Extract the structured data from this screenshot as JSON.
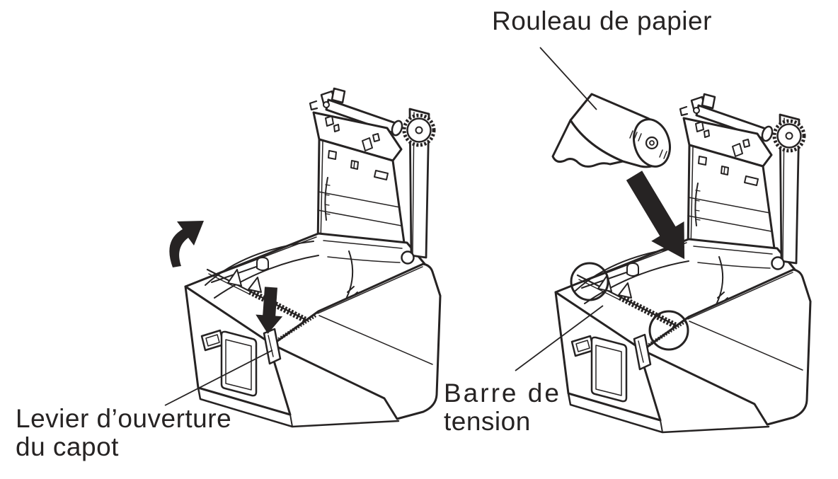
{
  "figure": {
    "background_color": "#ffffff",
    "ink_color": "#262323",
    "labels": {
      "paper_roll": "Rouleau de papier",
      "cover_lever": {
        "line1": "Levier d’ouverture",
        "line2": "du capot"
      },
      "tension_bar": {
        "line1": "Barre de",
        "line2": "tension"
      }
    },
    "illustrations": {
      "left": "printer-cover-opening-step",
      "right": "paper-roll-insertion-step"
    }
  }
}
